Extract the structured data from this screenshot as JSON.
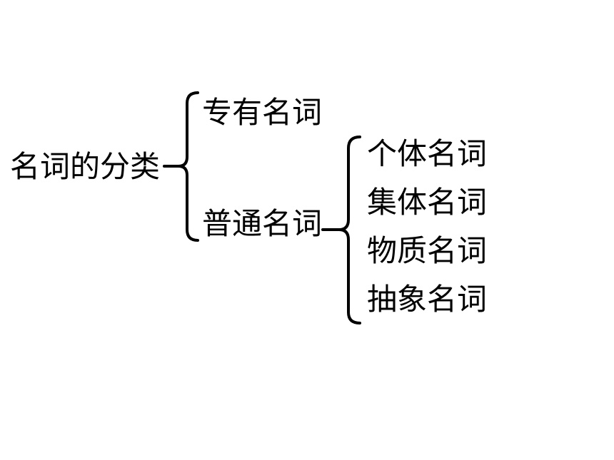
{
  "diagram": {
    "root": "名词的分类",
    "branches": [
      {
        "label": "专有名词",
        "children": []
      },
      {
        "label": "普通名词",
        "children": [
          "个体名词",
          "集体名词",
          "物质名词",
          "抽象名词"
        ]
      }
    ]
  }
}
